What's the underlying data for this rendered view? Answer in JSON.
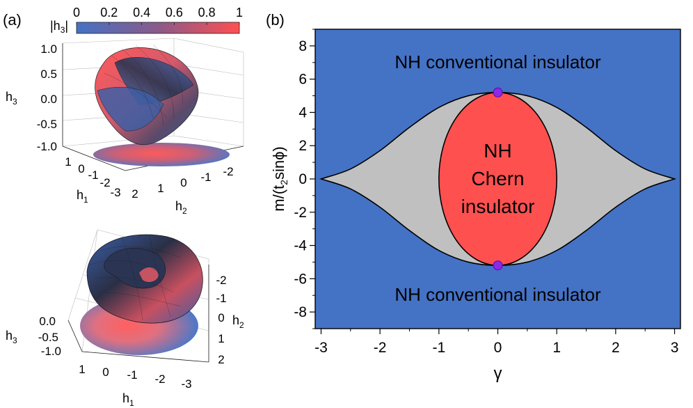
{
  "panel_a": {
    "label": "(a)",
    "colorbar": {
      "label": "|h",
      "label_sub": "3",
      "label_end": "|",
      "ticks": [
        "0",
        "0.2",
        "0.4",
        "0.6",
        "0.8",
        "1"
      ],
      "color_low": "#4472c4",
      "color_high": "#ff5050"
    },
    "top_plot": {
      "z_label": "h",
      "z_label_sub": "3",
      "z_ticks": [
        "1.0",
        "0.5",
        "0.0",
        "-0.5",
        "-1.0"
      ],
      "x_label": "h",
      "x_label_sub": "1",
      "x_ticks": [
        "1",
        "0",
        "-1",
        "-2",
        "-3"
      ],
      "y_label": "h",
      "y_label_sub": "2",
      "y_ticks": [
        "2",
        "1",
        "0",
        "-1",
        "-2"
      ]
    },
    "bottom_plot": {
      "z_label": "h",
      "z_label_sub": "3",
      "z_ticks": [
        "0.0",
        "-0.5",
        "-1.0"
      ],
      "x_label": "h",
      "x_label_sub": "1",
      "x_ticks": [
        "1",
        "0",
        "-1",
        "-2",
        "-3"
      ],
      "y_label": "h",
      "y_label_sub": "2",
      "y_ticks": [
        "-2",
        "-1",
        "0",
        "1",
        "2"
      ]
    }
  },
  "panel_b": {
    "label": "(b)",
    "chart_data": {
      "type": "area",
      "xlabel": "γ",
      "ylabel": "m/(t",
      "ylabel_sub": "2",
      "ylabel_end": "sinϕ)",
      "xlim": [
        -3.1,
        3.1
      ],
      "ylim": [
        -9,
        9
      ],
      "x_ticks": [
        -3,
        -2,
        -1,
        0,
        1,
        2,
        3
      ],
      "y_ticks": [
        8,
        6,
        4,
        2,
        0,
        -2,
        -4,
        -6,
        -8
      ],
      "regions": [
        {
          "name": "NH conventional insulator",
          "color": "#4472c4"
        },
        {
          "name": "NH Chern insulator",
          "color": "#ff5050",
          "center": [
            0,
            0
          ],
          "half_width_x": 1.0,
          "half_height_y": 5.2
        },
        {
          "name": "",
          "color": "#c0c0c0",
          "boundary_x": [
            -3,
            -2.5,
            -2,
            -1.5,
            -1,
            -0.5,
            0,
            0.5,
            1,
            1.5,
            2,
            2.5,
            3
          ],
          "boundary_upper_y": [
            0,
            0.6,
            1.7,
            3.1,
            4.3,
            5.0,
            5.2,
            5.0,
            4.3,
            3.1,
            1.7,
            0.6,
            0
          ]
        }
      ],
      "annotations": [
        {
          "text": "NH conventional insulator",
          "x": 0,
          "y": 7.0
        },
        {
          "text": "NH conventional insulator",
          "x": 0,
          "y": -7.0
        },
        {
          "lines": [
            "NH",
            "Chern",
            "insulator"
          ],
          "x": 0,
          "y": 0
        }
      ],
      "points": [
        {
          "x": 0,
          "y": 5.2,
          "color": "#8a2be2"
        },
        {
          "x": 0,
          "y": -5.2,
          "color": "#8a2be2"
        }
      ]
    }
  }
}
